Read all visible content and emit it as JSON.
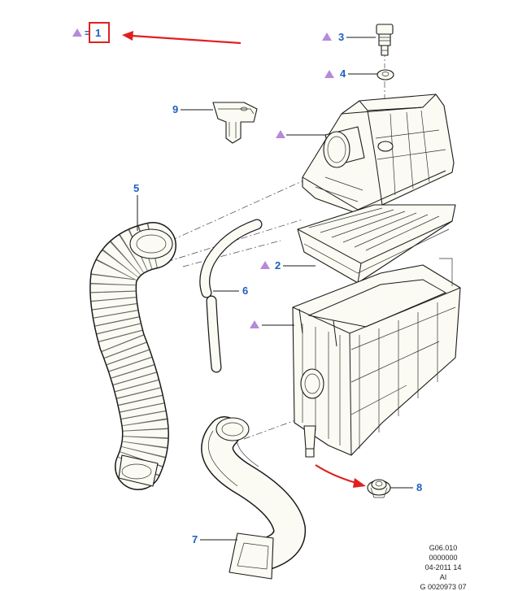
{
  "legend": {
    "equals": "=",
    "number": "1"
  },
  "callouts": [
    {
      "id": "2",
      "label": "2"
    },
    {
      "id": "3",
      "label": "3"
    },
    {
      "id": "4",
      "label": "4"
    },
    {
      "id": "5",
      "label": "5"
    },
    {
      "id": "6",
      "label": "6"
    },
    {
      "id": "7",
      "label": "7"
    },
    {
      "id": "8",
      "label": "8"
    },
    {
      "id": "9",
      "label": "9"
    }
  ],
  "reference": {
    "line1": "G06.010",
    "line2": "0000000",
    "line3": "04-2011 14",
    "line4": "AI",
    "line5": "G 0020973 07"
  },
  "colors": {
    "callout_text": "#1f5fbf",
    "triangle": "#b48ad9",
    "highlight": "#e02020",
    "outline": "#1a1a1a",
    "fill": "#fbfbf3"
  }
}
